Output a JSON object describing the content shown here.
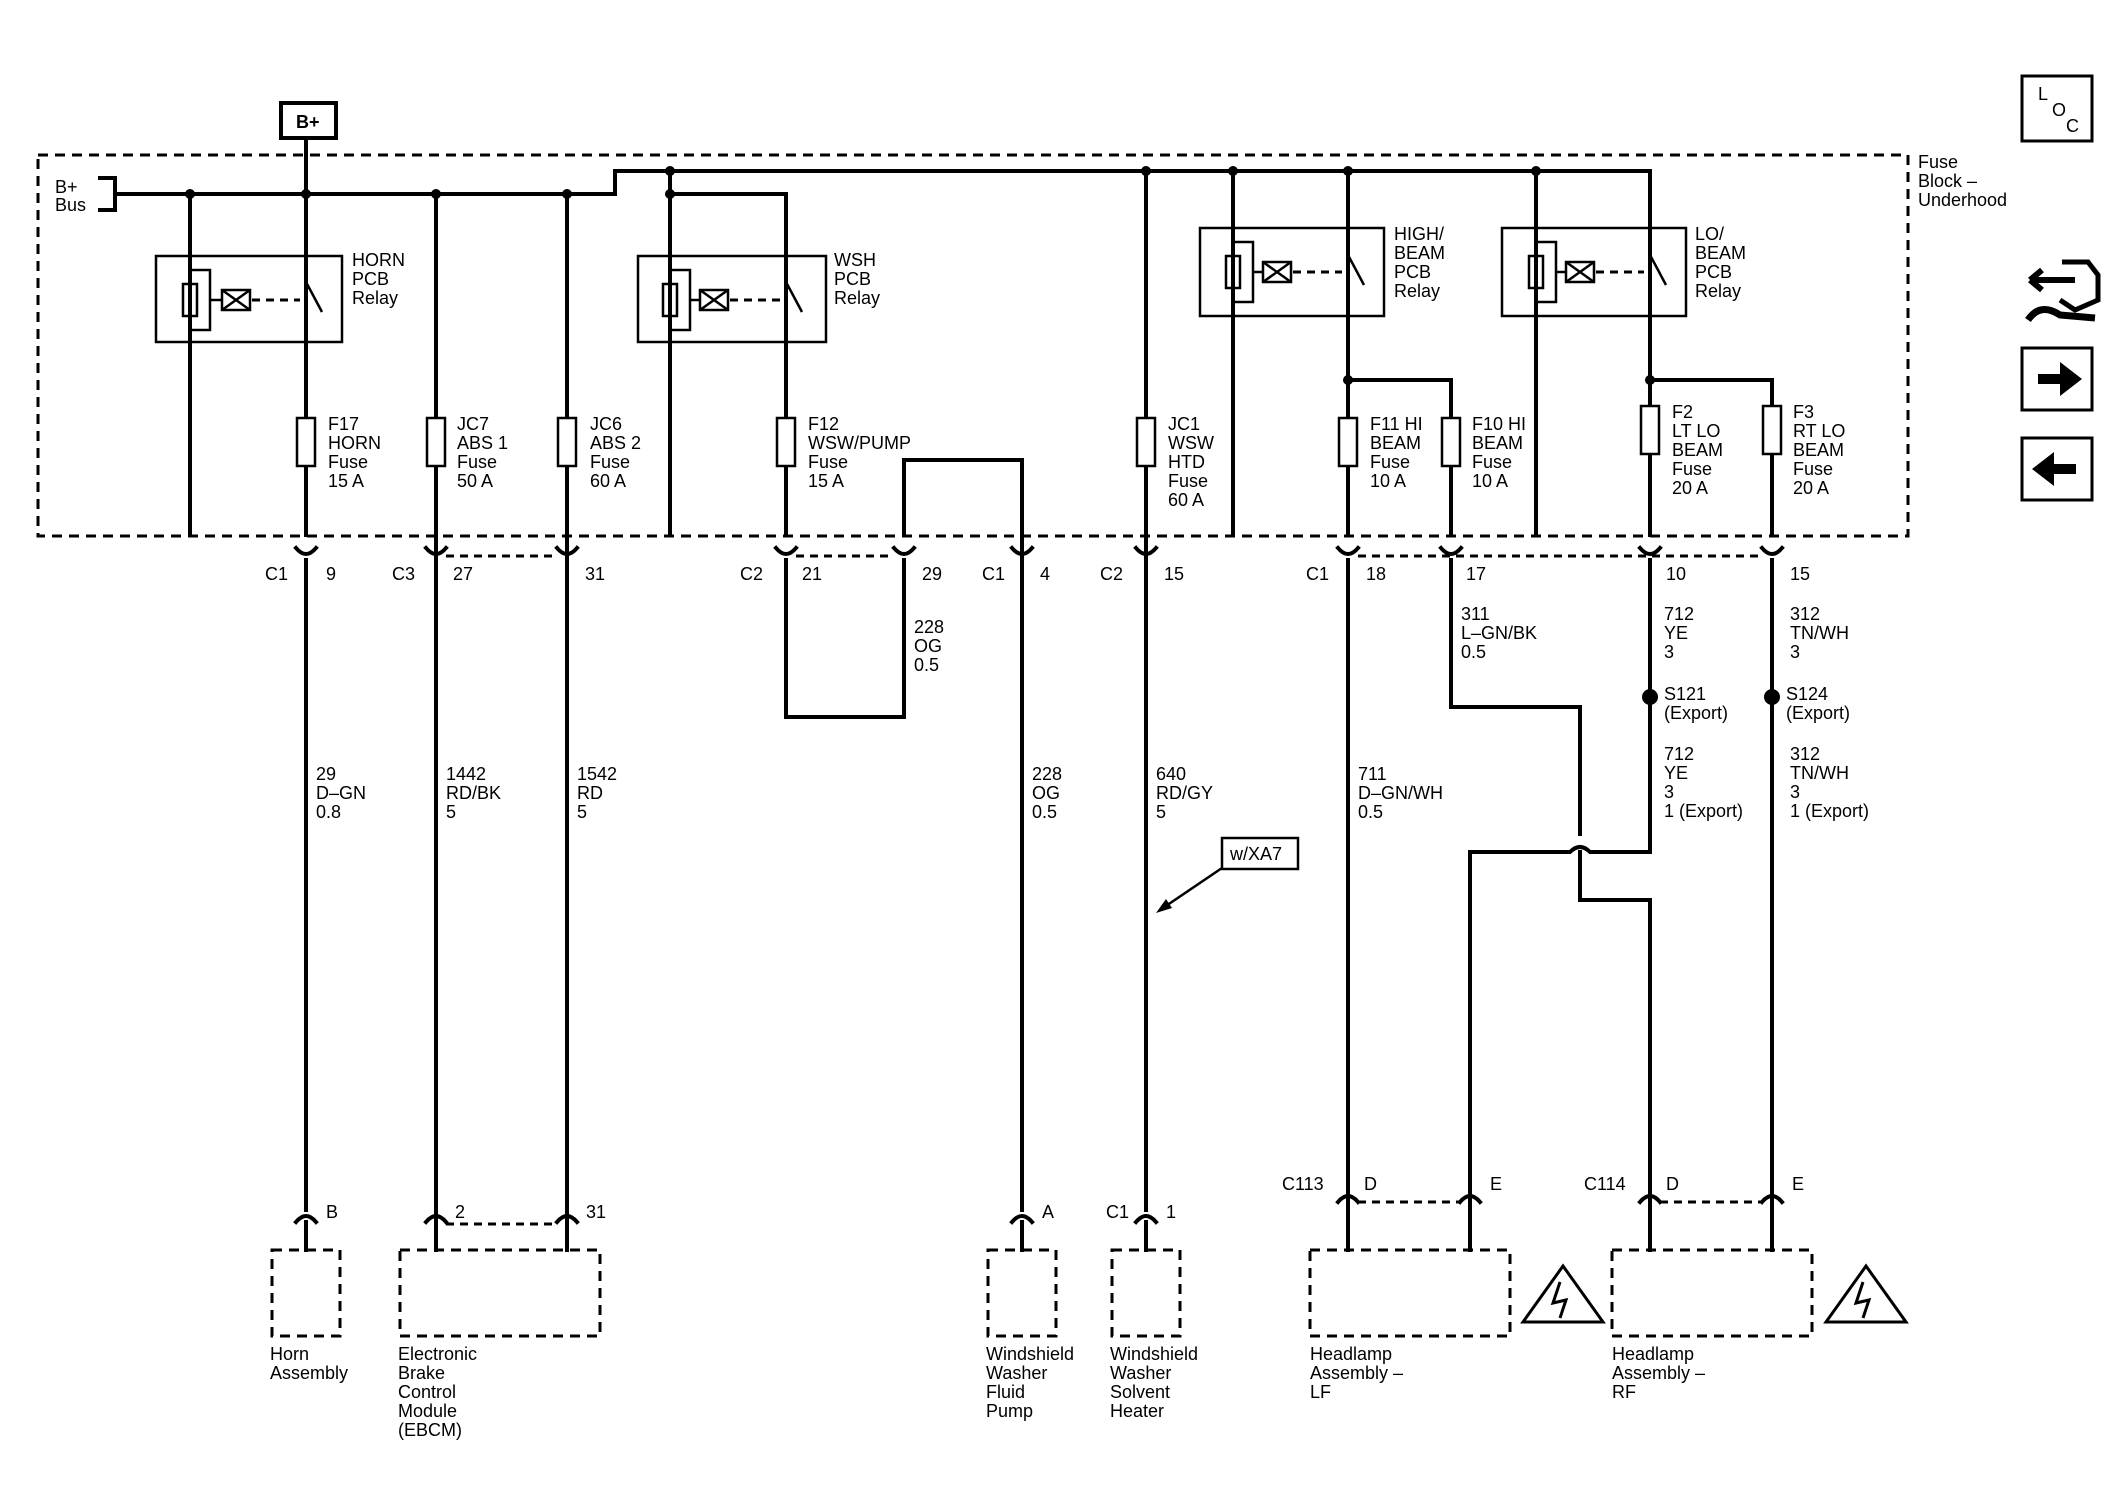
{
  "battery": {
    "label": "B+"
  },
  "fuse_block": {
    "bus_label": [
      "B+",
      "Bus"
    ],
    "title": [
      "Fuse",
      "Block –",
      "Underhood"
    ]
  },
  "relays": [
    {
      "id": "horn",
      "lines": [
        "HORN",
        "PCB",
        "Relay"
      ]
    },
    {
      "id": "wsh",
      "lines": [
        "WSH",
        "PCB",
        "Relay"
      ]
    },
    {
      "id": "high",
      "lines": [
        "HIGH/",
        "BEAM",
        "PCB",
        "Relay"
      ]
    },
    {
      "id": "lo",
      "lines": [
        "LO/",
        "BEAM",
        "PCB",
        "Relay"
      ]
    }
  ],
  "fuses": [
    {
      "id": "f17",
      "lines": [
        "F17",
        "HORN",
        "Fuse",
        "15 A"
      ]
    },
    {
      "id": "jc7",
      "lines": [
        "JC7",
        "ABS 1",
        "Fuse",
        "50 A"
      ]
    },
    {
      "id": "jc6",
      "lines": [
        "JC6",
        "ABS 2",
        "Fuse",
        "60 A"
      ]
    },
    {
      "id": "f12",
      "lines": [
        "F12",
        "WSW/PUMP",
        "Fuse",
        "15 A"
      ]
    },
    {
      "id": "jc1",
      "lines": [
        "JC1",
        "WSW",
        "HTD",
        "Fuse",
        "60 A"
      ]
    },
    {
      "id": "f11",
      "lines": [
        "F11 HI",
        "BEAM",
        "Fuse",
        "10 A"
      ]
    },
    {
      "id": "f10",
      "lines": [
        "F10 HI",
        "BEAM",
        "Fuse",
        "10 A"
      ]
    },
    {
      "id": "f2",
      "lines": [
        "F2",
        "LT LO",
        "BEAM",
        "Fuse",
        "20 A"
      ]
    },
    {
      "id": "f3",
      "lines": [
        "F3",
        "RT LO",
        "BEAM",
        "Fuse",
        "20 A"
      ]
    }
  ],
  "connectors_top": [
    {
      "id": "c1-9",
      "connector": "C1",
      "pin": "9"
    },
    {
      "id": "c3-27",
      "connector": "C3",
      "pin": "27"
    },
    {
      "id": "c3-31",
      "connector": "",
      "pin": "31"
    },
    {
      "id": "c2-21",
      "connector": "C2",
      "pin": "21"
    },
    {
      "id": "c2-29",
      "connector": "",
      "pin": "29"
    },
    {
      "id": "c1-4",
      "connector": "C1",
      "pin": "4"
    },
    {
      "id": "c2-15",
      "connector": "C2",
      "pin": "15"
    },
    {
      "id": "c1-18",
      "connector": "C1",
      "pin": "18"
    },
    {
      "id": "c1-17",
      "connector": "",
      "pin": "17"
    },
    {
      "id": "c1-10",
      "connector": "",
      "pin": "10"
    },
    {
      "id": "c1-15",
      "connector": "",
      "pin": "15"
    }
  ],
  "wires": [
    {
      "id": "w228a",
      "lines": [
        "228",
        "OG",
        "0.5"
      ]
    },
    {
      "id": "w29",
      "lines": [
        "29",
        "D–GN",
        "0.8"
      ]
    },
    {
      "id": "w1442",
      "lines": [
        "1442",
        "RD/BK",
        "5"
      ]
    },
    {
      "id": "w1542",
      "lines": [
        "1542",
        "RD",
        "5"
      ]
    },
    {
      "id": "w228b",
      "lines": [
        "228",
        "OG",
        "0.5"
      ]
    },
    {
      "id": "w640",
      "lines": [
        "640",
        "RD/GY",
        "5"
      ]
    },
    {
      "id": "w711",
      "lines": [
        "711",
        "D–GN/WH",
        "0.5"
      ]
    },
    {
      "id": "w311",
      "lines": [
        "311",
        "L–GN/BK",
        "0.5"
      ]
    },
    {
      "id": "w712a",
      "lines": [
        "712",
        "YE",
        "3"
      ]
    },
    {
      "id": "w312a",
      "lines": [
        "312",
        "TN/WH",
        "3"
      ]
    },
    {
      "id": "w712b",
      "lines": [
        "712",
        "YE",
        "3",
        "1 (Export)"
      ]
    },
    {
      "id": "w312b",
      "lines": [
        "312",
        "TN/WH",
        "3",
        "1 (Export)"
      ]
    }
  ],
  "splices": [
    {
      "id": "s121",
      "lines": [
        "S121",
        "(Export)"
      ]
    },
    {
      "id": "s124",
      "lines": [
        "S124",
        "(Export)"
      ]
    }
  ],
  "option_label": "w/XA7",
  "connectors_bottom": [
    {
      "id": "horn-b",
      "connector": "",
      "pin": "B"
    },
    {
      "id": "ebcm-2",
      "connector": "",
      "pin": "2"
    },
    {
      "id": "ebcm-31",
      "connector": "",
      "pin": "31"
    },
    {
      "id": "pump-a",
      "connector": "",
      "pin": "A"
    },
    {
      "id": "heater-1",
      "connector": "C1",
      "pin": "1"
    },
    {
      "id": "c113-d",
      "connector": "C113",
      "pin": "D"
    },
    {
      "id": "c113-e",
      "connector": "",
      "pin": "E"
    },
    {
      "id": "c114-d",
      "connector": "C114",
      "pin": "D"
    },
    {
      "id": "c114-e",
      "connector": "",
      "pin": "E"
    }
  ],
  "components": [
    {
      "id": "horn",
      "lines": [
        "Horn",
        "Assembly"
      ]
    },
    {
      "id": "ebcm",
      "lines": [
        "Electronic",
        "Brake",
        "Control",
        "Module",
        "(EBCM)"
      ]
    },
    {
      "id": "pump",
      "lines": [
        "Windshield",
        "Washer",
        "Fluid",
        "Pump"
      ]
    },
    {
      "id": "heater",
      "lines": [
        "Windshield",
        "Washer",
        "Solvent",
        "Heater"
      ]
    },
    {
      "id": "lf",
      "lines": [
        "Headlamp",
        "Assembly –",
        "LF"
      ]
    },
    {
      "id": "rf",
      "lines": [
        "Headlamp",
        "Assembly –",
        "RF"
      ]
    }
  ],
  "loc_icon": {
    "letters": [
      "L",
      "O",
      "C"
    ]
  },
  "nav_icons": [
    "connector-tools-icon",
    "arrow-right-icon",
    "arrow-left-icon"
  ]
}
